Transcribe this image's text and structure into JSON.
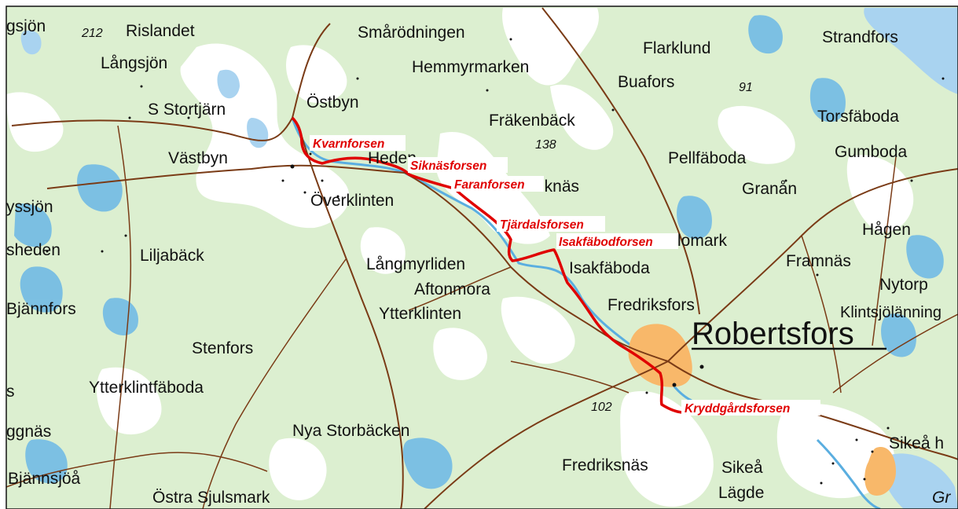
{
  "colors": {
    "forest": "#dcefd0",
    "open_land": "#ffffff",
    "water": "#a9d3f0",
    "marsh": "#6bb7e6",
    "river": "#5aaee0",
    "urban": "#f8b86a",
    "road": "#7a3b16",
    "rapids_route": "#e00000",
    "rapids_label": "#e00000",
    "text": "#111111"
  },
  "town": {
    "name": "Robertsfors",
    "style": "underlined-large"
  },
  "places": [
    {
      "id": "gsjon",
      "name": "gsjön"
    },
    {
      "id": "rislandet",
      "name": "Rislandet"
    },
    {
      "id": "langsjon",
      "name": "Långsjön"
    },
    {
      "id": "s-stortjarn",
      "name": "S Stortjärn"
    },
    {
      "id": "vastbyn",
      "name": "Västbyn"
    },
    {
      "id": "yssjon",
      "name": "yssjön"
    },
    {
      "id": "sheden",
      "name": "sheden"
    },
    {
      "id": "liljaback",
      "name": "Liljabäck"
    },
    {
      "id": "bjannfors",
      "name": "Bjännfors"
    },
    {
      "id": "stenfors",
      "name": "Stenfors"
    },
    {
      "id": "s-edge",
      "name": "s"
    },
    {
      "id": "ytterklintfaboda",
      "name": "Ytterklintfäboda"
    },
    {
      "id": "ggnas",
      "name": "ggnäs"
    },
    {
      "id": "bjannsjoa",
      "name": "Bjännsjöå"
    },
    {
      "id": "ostra-sjulsmark",
      "name": "Östra Sjulsmark"
    },
    {
      "id": "smarodningen",
      "name": "Smårödningen"
    },
    {
      "id": "hemmyrmarken",
      "name": "Hemmyrmarken"
    },
    {
      "id": "ostbyn",
      "name": "Östbyn"
    },
    {
      "id": "frakenback",
      "name": "Fräkenbäck"
    },
    {
      "id": "heden",
      "name": "Heden"
    },
    {
      "id": "siknas",
      "name": "iknäs"
    },
    {
      "id": "overklinten",
      "name": "Överklinten"
    },
    {
      "id": "langmyrliden",
      "name": "Långmyrliden"
    },
    {
      "id": "aftonmora",
      "name": "Aftonmora"
    },
    {
      "id": "ytterklinten",
      "name": "Ytterklinten"
    },
    {
      "id": "nya-storbacken",
      "name": "Nya Storbäcken"
    },
    {
      "id": "flarklund",
      "name": "Flarklund"
    },
    {
      "id": "buafors",
      "name": "Buafors"
    },
    {
      "id": "pellfaboda",
      "name": "Pellfäboda"
    },
    {
      "id": "isakfaboda",
      "name": "Isakfäboda"
    },
    {
      "id": "lomark",
      "name": "lomark"
    },
    {
      "id": "fredriksfors",
      "name": "Fredriksfors"
    },
    {
      "id": "fredriksnas",
      "name": "Fredriksnäs"
    },
    {
      "id": "strandfors",
      "name": "Strandfors"
    },
    {
      "id": "torsfaboda",
      "name": "Torsfäboda"
    },
    {
      "id": "gumboda",
      "name": "Gumboda"
    },
    {
      "id": "granan",
      "name": "Granån"
    },
    {
      "id": "hagen",
      "name": "Hågen"
    },
    {
      "id": "framnas",
      "name": "Framnäs"
    },
    {
      "id": "nytorp",
      "name": "Nytorp"
    },
    {
      "id": "klintsjolanning",
      "name": "Klintsjölänning"
    },
    {
      "id": "sikea",
      "name": "Sikeå"
    },
    {
      "id": "sikea-h",
      "name": "Sikeå h"
    },
    {
      "id": "lagde",
      "name": "Lägde"
    },
    {
      "id": "gr",
      "name": "Gr"
    }
  ],
  "elevations": [
    {
      "id": "e212",
      "value": "212"
    },
    {
      "id": "e138",
      "value": "138"
    },
    {
      "id": "e91",
      "value": "91"
    },
    {
      "id": "e102",
      "value": "102"
    }
  ],
  "rapids": [
    {
      "id": "kvarnforsen",
      "name": "Kvarnforsen"
    },
    {
      "id": "siknasforsen",
      "name": "Siknäsforsen"
    },
    {
      "id": "faranforsen",
      "name": "Faranforsen"
    },
    {
      "id": "tjardalsforsen",
      "name": "Tjärdalsforsen"
    },
    {
      "id": "isakfabodforsen",
      "name": "Isakfäbodforsen"
    },
    {
      "id": "kryddgardsforsen",
      "name": "Kryddgårdsforsen"
    }
  ]
}
